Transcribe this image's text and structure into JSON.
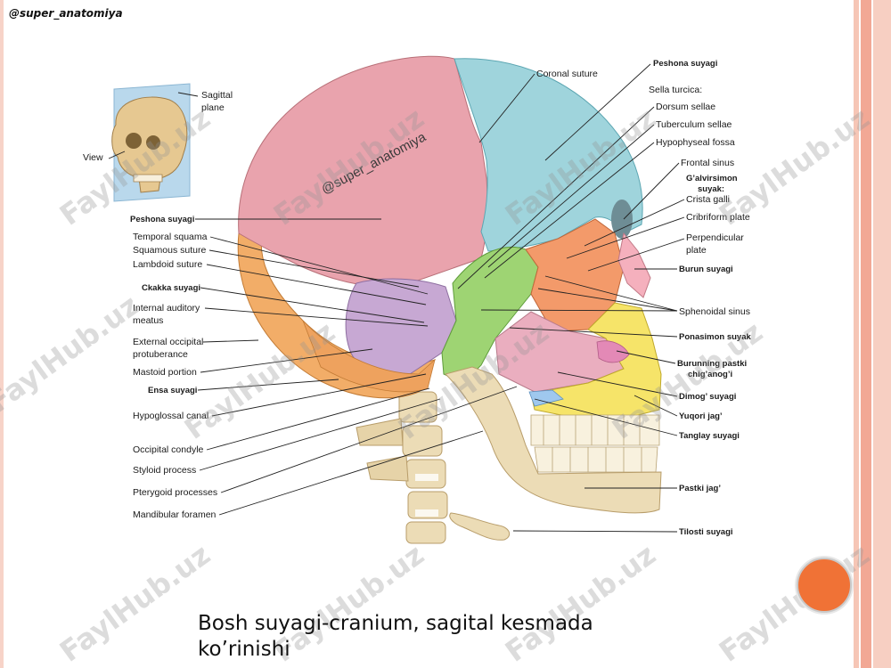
{
  "slide": {
    "handle": "@super_anatomiya",
    "caption_line1": "Bosh suyagi-cranium, sagital kesmada",
    "caption_line2": "ko’rinishi",
    "watermark": "FaylHub.uz",
    "diagram_watermark": "@super_anatomiya"
  },
  "inset": {
    "sagittal_line1": "Sagittal",
    "sagittal_line2": "plane",
    "view": "View"
  },
  "labels_left": [
    {
      "id": "peshona-suyagi-left",
      "text": "Peshona suyagi",
      "bold": true
    },
    {
      "id": "temporal-squama",
      "text": "Temporal squama",
      "bold": false
    },
    {
      "id": "squamous-suture",
      "text": "Squamous suture",
      "bold": false
    },
    {
      "id": "lambdoid-suture",
      "text": "Lambdoid suture",
      "bold": false
    },
    {
      "id": "ckakka-suyagi",
      "text": "Ckakka suyagi",
      "bold": true
    },
    {
      "id": "internal-auditory-1",
      "text": "Internal auditory",
      "bold": false
    },
    {
      "id": "internal-auditory-2",
      "text": "meatus",
      "bold": false
    },
    {
      "id": "external-occipital-1",
      "text": "External occipital",
      "bold": false
    },
    {
      "id": "external-occipital-2",
      "text": "protuberance",
      "bold": false
    },
    {
      "id": "mastoid-portion",
      "text": "Mastoid portion",
      "bold": false
    },
    {
      "id": "ensa-suyagi",
      "text": "Ensa suyagi",
      "bold": true
    },
    {
      "id": "hypoglossal-canal",
      "text": "Hypoglossal canal",
      "bold": false
    },
    {
      "id": "occipital-condyle",
      "text": "Occipital condyle",
      "bold": false
    },
    {
      "id": "styloid-process",
      "text": "Styloid process",
      "bold": false
    },
    {
      "id": "pterygoid-processes",
      "text": "Pterygoid processes",
      "bold": false
    },
    {
      "id": "mandibular-foramen",
      "text": "Mandibular foramen",
      "bold": false
    }
  ],
  "labels_right": [
    {
      "id": "coronal-suture",
      "text": "Coronal suture",
      "bold": false
    },
    {
      "id": "peshona-suyagi-right",
      "text": "Peshona suyagi",
      "bold": true
    },
    {
      "id": "sella-turcica",
      "text": "Sella turcica:",
      "bold": false
    },
    {
      "id": "dorsum-sellae",
      "text": "Dorsum sellae",
      "bold": false
    },
    {
      "id": "tuberculum-sellae",
      "text": "Tuberculum sellae",
      "bold": false
    },
    {
      "id": "hypophyseal-fossa",
      "text": "Hypophyseal fossa",
      "bold": false
    },
    {
      "id": "frontal-sinus",
      "text": "Frontal sinus",
      "bold": false
    },
    {
      "id": "galvirsimon-1",
      "text": "G’alvirsimon",
      "bold": true
    },
    {
      "id": "galvirsimon-2",
      "text": "suyak:",
      "bold": true
    },
    {
      "id": "crista-galli",
      "text": "Crista galli",
      "bold": false
    },
    {
      "id": "cribriform-plate",
      "text": "Cribriform plate",
      "bold": false
    },
    {
      "id": "perpendicular-1",
      "text": "Perpendicular",
      "bold": false
    },
    {
      "id": "perpendicular-2",
      "text": "plate",
      "bold": false
    },
    {
      "id": "burun-suyagi",
      "text": "Burun suyagi",
      "bold": true
    },
    {
      "id": "sphenoidal-sinus",
      "text": "Sphenoidal sinus",
      "bold": false
    },
    {
      "id": "ponasimon-suyak",
      "text": "Ponasimon suyak",
      "bold": true
    },
    {
      "id": "burunning-pastki-1",
      "text": "Burunning pastki",
      "bold": true
    },
    {
      "id": "burunning-pastki-2",
      "text": "chig’anog’i",
      "bold": true
    },
    {
      "id": "dimog-suyagi",
      "text": "Dimog’ suyagi",
      "bold": true
    },
    {
      "id": "yuqori-jag",
      "text": "Yuqori jag’",
      "bold": true
    },
    {
      "id": "tanglay-suyagi",
      "text": "Tanglay suyagi",
      "bold": true
    },
    {
      "id": "pastki-jag",
      "text": "Pastki jag’",
      "bold": true
    },
    {
      "id": "tilosti-suyagi",
      "text": "Tilosti suyagi",
      "bold": true
    }
  ],
  "colors": {
    "parietal": "#e9a3ad",
    "frontal": "#9fd4dc",
    "temporal": "#c7a8d3",
    "occipital": "#f2ad68",
    "sphenoid": "#9ed473",
    "ethmoid": "#f39a6a",
    "maxilla": "#f6e469",
    "mandible": "#ecdcb6",
    "nasal": "#f5b0bd",
    "border_stripe": "#f4b5a0",
    "accent_dot": "#f07236"
  }
}
